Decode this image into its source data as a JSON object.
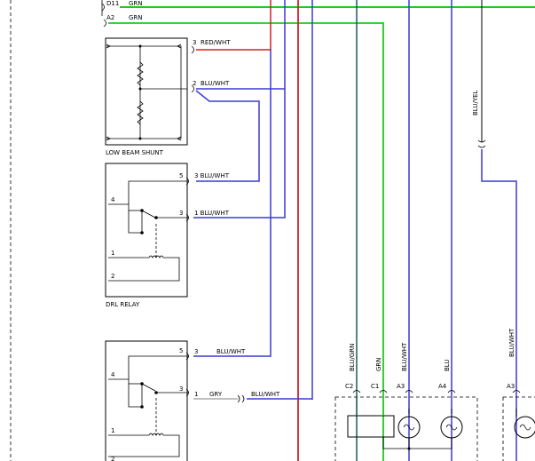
{
  "colors": {
    "green": "#22c81e",
    "red": "#d42020",
    "blue": "#3a3ad6",
    "teal": "#1e5a5a",
    "black": "#000000"
  },
  "top_wires": [
    {
      "pin": "D11",
      "label": "GRN"
    },
    {
      "pin": "A2",
      "label": "GRN"
    }
  ],
  "shunt": {
    "title": "LOW BEAM SHUNT",
    "pin3": "3",
    "pin3_label": "RED/WHT",
    "pin2": "2",
    "pin2_label": "BLU/WHT"
  },
  "drl": {
    "title": "DRL RELAY",
    "pin5": "5",
    "pin3": "3",
    "pin4": "4",
    "pin1": "1",
    "pin2": "2",
    "wire5_label": "3 BLU/WHT",
    "wire3_label": "1 BLU/WHT"
  },
  "relay3": {
    "pin5": "5",
    "pin3": "3",
    "pin4": "4",
    "pin1": "1",
    "pin2": "2",
    "wire5_pin": "3",
    "wire5_label": "BLU/WHT",
    "wire3_pin": "1",
    "wire3_label": "GRY",
    "splice_label": "BLU/WHT"
  },
  "right_wire_label": "BLU/YEL",
  "vertical_labels": [
    {
      "label": "BLU/GRN"
    },
    {
      "label": "GRN"
    },
    {
      "label": "BLU/WHT"
    },
    {
      "label": "BLU"
    },
    {
      "label": "BLU/WHT"
    }
  ],
  "connectors": [
    {
      "pin": "C2"
    },
    {
      "pin": "C1"
    },
    {
      "pin": "A3"
    },
    {
      "pin": "A4"
    },
    {
      "pin": "A3"
    }
  ]
}
